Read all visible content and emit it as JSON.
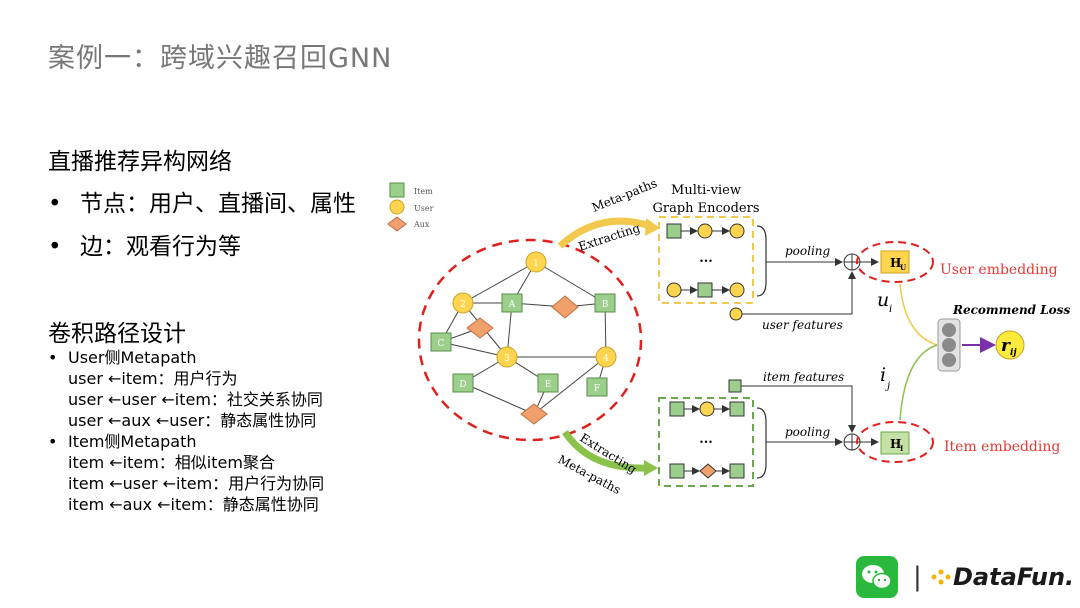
{
  "slide": {
    "title": "案例一：跨域兴趣召回GNN",
    "section1": {
      "heading": "直播推荐异构网络",
      "bullets": [
        "节点：用户、直播间、属性",
        "边：观看行为等"
      ]
    },
    "section2": {
      "heading": "卷积路径设计",
      "groups": [
        {
          "label": "User侧Metapath",
          "lines": [
            "user ←item：用户行为",
            "user ←user ←item：社交关系协同",
            "user ←aux ←user：静态属性协同"
          ]
        },
        {
          "label": "Item侧Metapath",
          "lines": [
            "item ←item：相似item聚合",
            "item ←user ←item：用户行为协同",
            "item ←aux ←item：静态属性协同"
          ]
        }
      ]
    }
  },
  "diagram": {
    "legend": [
      {
        "label": "Item",
        "icon": "green-square-icon"
      },
      {
        "label": "User",
        "icon": "yellow-circle-icon"
      },
      {
        "label": "Aux",
        "icon": "orange-diamond-icon"
      }
    ],
    "node_labels": [
      "1",
      "2",
      "3",
      "4",
      "A",
      "B",
      "C",
      "D",
      "E",
      "F"
    ],
    "meta_paths_top": "Meta-paths",
    "extracting_top": "Extracting",
    "meta_paths_bottom": "Meta-paths",
    "extracting_bottom": "Extracting",
    "encoder_title_1": "Multi-view",
    "encoder_title_2": "Graph Encoders",
    "ellipsis": "...",
    "pooling_top": "pooling",
    "pooling_bottom": "pooling",
    "user_features": "user features",
    "item_features": "item features",
    "hu_main": "H",
    "hu_sub": "U",
    "hi_main": "H",
    "hi_sub": "I",
    "u_main": "u",
    "u_sub": "i",
    "i_main": "i",
    "i_sub": "j",
    "recommend_loss": "Recommend Loss",
    "r_main": "r",
    "r_sub": "ij",
    "user_embedding": "User embedding",
    "item_embedding": "Item embedding"
  },
  "footer": {
    "logo_text": "DataFun.",
    "wechat_icon": "wechat-icon",
    "separator": "|"
  },
  "colors": {
    "item_green": "#9ccf8c",
    "user_yellow": "#ffd54f",
    "aux_orange": "#f0a06a",
    "dashed_red": "#e0201c",
    "dashed_yellow": "#f2c94c",
    "dashed_green": "#6aa84f",
    "embedding_red": "#e53935",
    "wechat_green": "#2ab93c"
  }
}
